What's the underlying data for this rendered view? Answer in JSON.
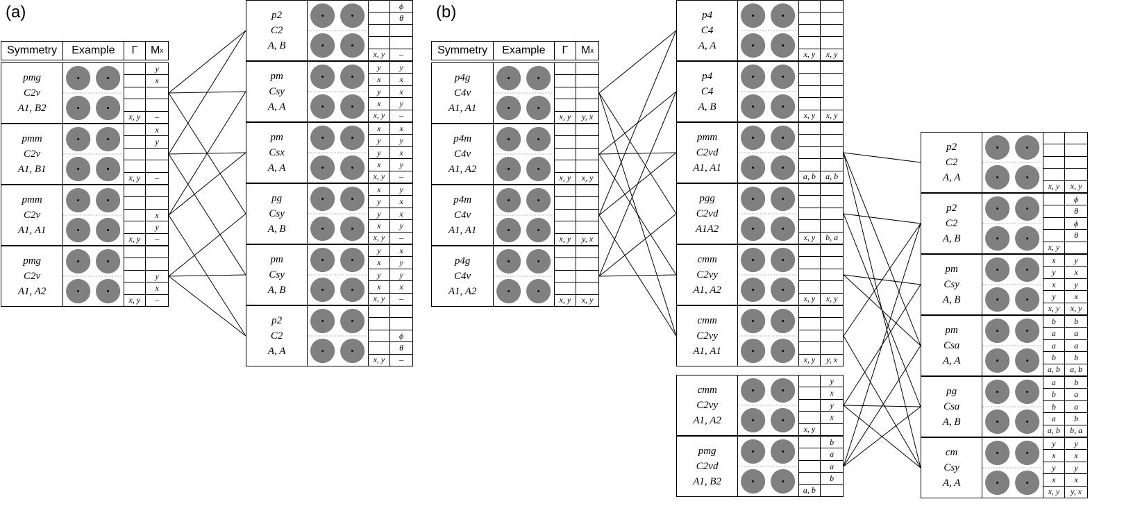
{
  "panels": [
    "(a)",
    "(b)"
  ],
  "header": {
    "symmetry": "Symmetry",
    "example": "Example",
    "gamma": "Γ",
    "mx": "M",
    "mx_sub": "x"
  },
  "a_left": [
    {
      "line1": "pmg",
      "line2": "C2v",
      "line3": "A1, B2",
      "gamma": [
        "",
        "",
        "",
        "",
        "x, y"
      ],
      "mx": [
        "y",
        "x",
        "",
        "",
        "–"
      ]
    },
    {
      "line1": "pmm",
      "line2": "C2v",
      "line3": "A1, B1",
      "gamma": [
        "",
        "",
        "",
        "",
        "x, y"
      ],
      "mx": [
        "x",
        "y",
        "",
        "",
        "–"
      ]
    },
    {
      "line1": "pmm",
      "line2": "C2v",
      "line3": "A1, A1",
      "gamma": [
        "",
        "",
        "",
        "",
        "x, y"
      ],
      "mx": [
        "",
        "",
        "x",
        "y",
        "–"
      ]
    },
    {
      "line1": "pmg",
      "line2": "C2v",
      "line3": "A1, A2",
      "gamma": [
        "",
        "",
        "",
        "",
        "x, y"
      ],
      "mx": [
        "",
        "",
        "y",
        "x",
        "–"
      ]
    }
  ],
  "a_right": [
    {
      "line1": "p2",
      "line2": "C2",
      "line3": "A, B",
      "c1": [
        "",
        "",
        "",
        "",
        "x, y"
      ],
      "c2": [
        "ϕ",
        "θ",
        "",
        "",
        "–"
      ]
    },
    {
      "line1": "pm",
      "line2": "Csy",
      "line3": "A, A",
      "c1": [
        "y",
        "x",
        "y",
        "x",
        "x, y"
      ],
      "c2": [
        "y",
        "x",
        "x",
        "y",
        "–"
      ]
    },
    {
      "line1": "pm",
      "line2": "Csx",
      "line3": "A, A",
      "c1": [
        "x",
        "y",
        "y",
        "x",
        "x, y"
      ],
      "c2": [
        "x",
        "y",
        "x",
        "y",
        "–"
      ]
    },
    {
      "line1": "pg",
      "line2": "Csy",
      "line3": "A, B",
      "c1": [
        "x",
        "y",
        "y",
        "x",
        "x, y"
      ],
      "c2": [
        "y",
        "x",
        "x",
        "y",
        "–"
      ]
    },
    {
      "line1": "pm",
      "line2": "Csy",
      "line3": "A, B",
      "c1": [
        "y",
        "x",
        "y",
        "x",
        "x, y"
      ],
      "c2": [
        "x",
        "y",
        "y",
        "x",
        "–"
      ]
    },
    {
      "line1": "p2",
      "line2": "C2",
      "line3": "A, A",
      "c1": [
        "",
        "",
        "",
        "",
        "x, y"
      ],
      "c2": [
        "",
        "",
        "ϕ",
        "θ",
        "–"
      ]
    }
  ],
  "b_left": [
    {
      "line1": "p4g",
      "line2": "C4v",
      "line3": "A1, A1",
      "gamma": [
        "",
        "",
        "",
        "",
        "x, y"
      ],
      "mx": [
        "",
        "",
        "",
        "",
        "y, x"
      ]
    },
    {
      "line1": "p4m",
      "line2": "C4v",
      "line3": "A1, A2",
      "gamma": [
        "",
        "",
        "",
        "",
        "x, y"
      ],
      "mx": [
        "",
        "",
        "",
        "",
        "x, y"
      ]
    },
    {
      "line1": "p4m",
      "line2": "C4v",
      "line3": "A1, A1",
      "gamma": [
        "",
        "",
        "",
        "",
        "x, y"
      ],
      "mx": [
        "",
        "",
        "",
        "",
        "y, x"
      ]
    },
    {
      "line1": "p4g",
      "line2": "C4v",
      "line3": "A1, A2",
      "gamma": [
        "",
        "",
        "",
        "",
        "x, y"
      ],
      "mx": [
        "",
        "",
        "",
        "",
        "x, y"
      ]
    }
  ],
  "b_mid": [
    {
      "line1": "p4",
      "line2": "C4",
      "line3": "A, A",
      "c1": [
        "",
        "",
        "",
        "",
        "x, y"
      ],
      "c2": [
        "",
        "",
        "",
        "",
        "x, y"
      ]
    },
    {
      "line1": "p4",
      "line2": "C4",
      "line3": "A, B",
      "c1": [
        "",
        "",
        "",
        "",
        "x, y"
      ],
      "c2": [
        "",
        "",
        "",
        "",
        "x, y"
      ]
    },
    {
      "line1": "pmm",
      "line2": "C2vd",
      "line3": "A1, A1",
      "c1": [
        "",
        "",
        "",
        "",
        "a, b"
      ],
      "c2": [
        "",
        "",
        "",
        "",
        "a, b"
      ]
    },
    {
      "line1": "pgg",
      "line2": "C2vd",
      "line3": "A1A2",
      "c1": [
        "",
        "",
        "",
        "",
        "x, y"
      ],
      "c2": [
        "",
        "",
        "",
        "",
        "b, a"
      ]
    },
    {
      "line1": "cmm",
      "line2": "C2vy",
      "line3": "A1, A2",
      "c1": [
        "",
        "",
        "",
        "",
        "x, y"
      ],
      "c2": [
        "",
        "",
        "",
        "",
        "x, y"
      ]
    },
    {
      "line1": "cmm",
      "line2": "C2vy",
      "line3": "A1, A1",
      "c1": [
        "",
        "",
        "",
        "",
        "x, y"
      ],
      "c2": [
        "",
        "",
        "",
        "",
        "y, x"
      ]
    }
  ],
  "b_mid_lower": [
    {
      "line1": "cmm",
      "line2": "C2vy",
      "line3": "A1, A2",
      "c1": [
        "",
        "",
        "",
        "",
        "x, y"
      ],
      "c2": [
        "y",
        "x",
        "y",
        "x",
        ""
      ]
    },
    {
      "line1": "pmg",
      "line2": "C2vd",
      "line3": "A1, B2",
      "c1": [
        "",
        "",
        "",
        "",
        "a, b"
      ],
      "c2": [
        "b",
        "a",
        "a",
        "b",
        ""
      ]
    }
  ],
  "b_right": [
    {
      "line1": "p2",
      "line2": "C2",
      "line3": "A, A",
      "c1": [
        "",
        "",
        "",
        "",
        "x, y"
      ],
      "c2": [
        "",
        "",
        "",
        "",
        "x, y"
      ]
    },
    {
      "line1": "p2",
      "line2": "C2",
      "line3": "A, B",
      "c1": [
        "",
        "",
        "",
        "",
        "x, y"
      ],
      "c2": [
        "ϕ",
        "θ",
        "ϕ",
        "θ",
        ""
      ]
    },
    {
      "line1": "pm",
      "line2": "Csy",
      "line3": "A, B",
      "c1": [
        "x",
        "y",
        "x",
        "y",
        "x, y"
      ],
      "c2": [
        "y",
        "x",
        "y",
        "x",
        "x, y"
      ]
    },
    {
      "line1": "pm",
      "line2": "Csa",
      "line3": "A, A",
      "c1": [
        "b",
        "a",
        "a",
        "b",
        "a, b"
      ],
      "c2": [
        "b",
        "a",
        "a",
        "b",
        "a, b"
      ]
    },
    {
      "line1": "pg",
      "line2": "Csa",
      "line3": "A, B",
      "c1": [
        "a",
        "b",
        "b",
        "a",
        "a, b"
      ],
      "c2": [
        "b",
        "a",
        "a",
        "b",
        "b, a"
      ]
    },
    {
      "line1": "cm",
      "line2": "Csy",
      "line3": "A, A",
      "c1": [
        "y",
        "x",
        "y",
        "x",
        "x, y"
      ],
      "c2": [
        "y",
        "x",
        "y",
        "x",
        "y, x"
      ]
    }
  ]
}
